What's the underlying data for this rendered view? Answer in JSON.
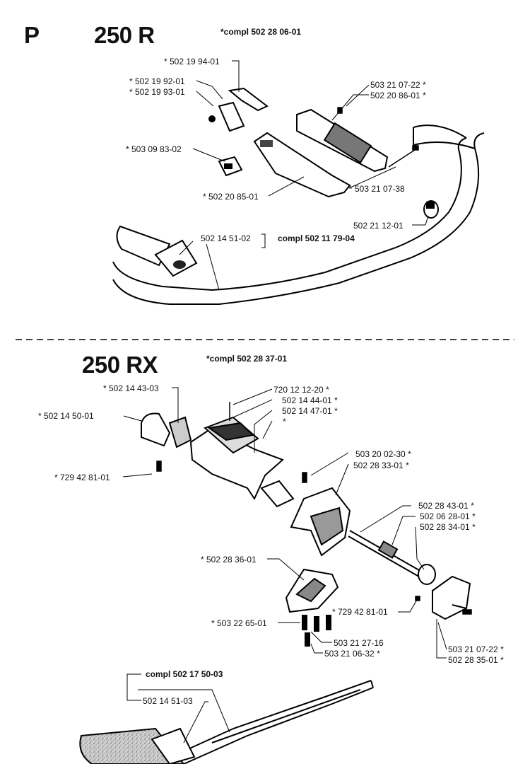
{
  "page_letter": "P",
  "sections": [
    {
      "model": "250 R",
      "header_note": "*compl 502 28 06-01",
      "labels": [
        "* 502 19 94-01",
        "* 502 19 92-01",
        "* 502 19 93-01",
        "503 21 07-22 *",
        "502 20 86-01 *",
        "* 503 09 83-02",
        "* 503 21 07-38",
        "* 502 20 85-01",
        "502 21 12-01",
        "502 14 51-02",
        "compl 502 11 79-04"
      ]
    },
    {
      "model": "250 RX",
      "header_note": "*compl  502 28 37-01",
      "labels": [
        "* 502 14 43-03",
        "720 12 12-20 *",
        "502 14 44-01 *",
        "502 14 47-01 *",
        "*",
        "* 502 14 50-01",
        "503 20 02-30 *",
        "502 28 33-01 *",
        "* 729 42 81-01",
        "502 28 43-01 *",
        "502 06 28-01 *",
        "502 28 34-01 *",
        "* 502 28 36-01",
        "* 729 42 81-01",
        "* 503 22 65-01",
        "503 21 27-16",
        "503 21 06-32 *",
        "503 21 07-22 *",
        "502 28 35-01 *",
        "compl 502 17 50-03",
        "502 14 51-03"
      ]
    }
  ]
}
